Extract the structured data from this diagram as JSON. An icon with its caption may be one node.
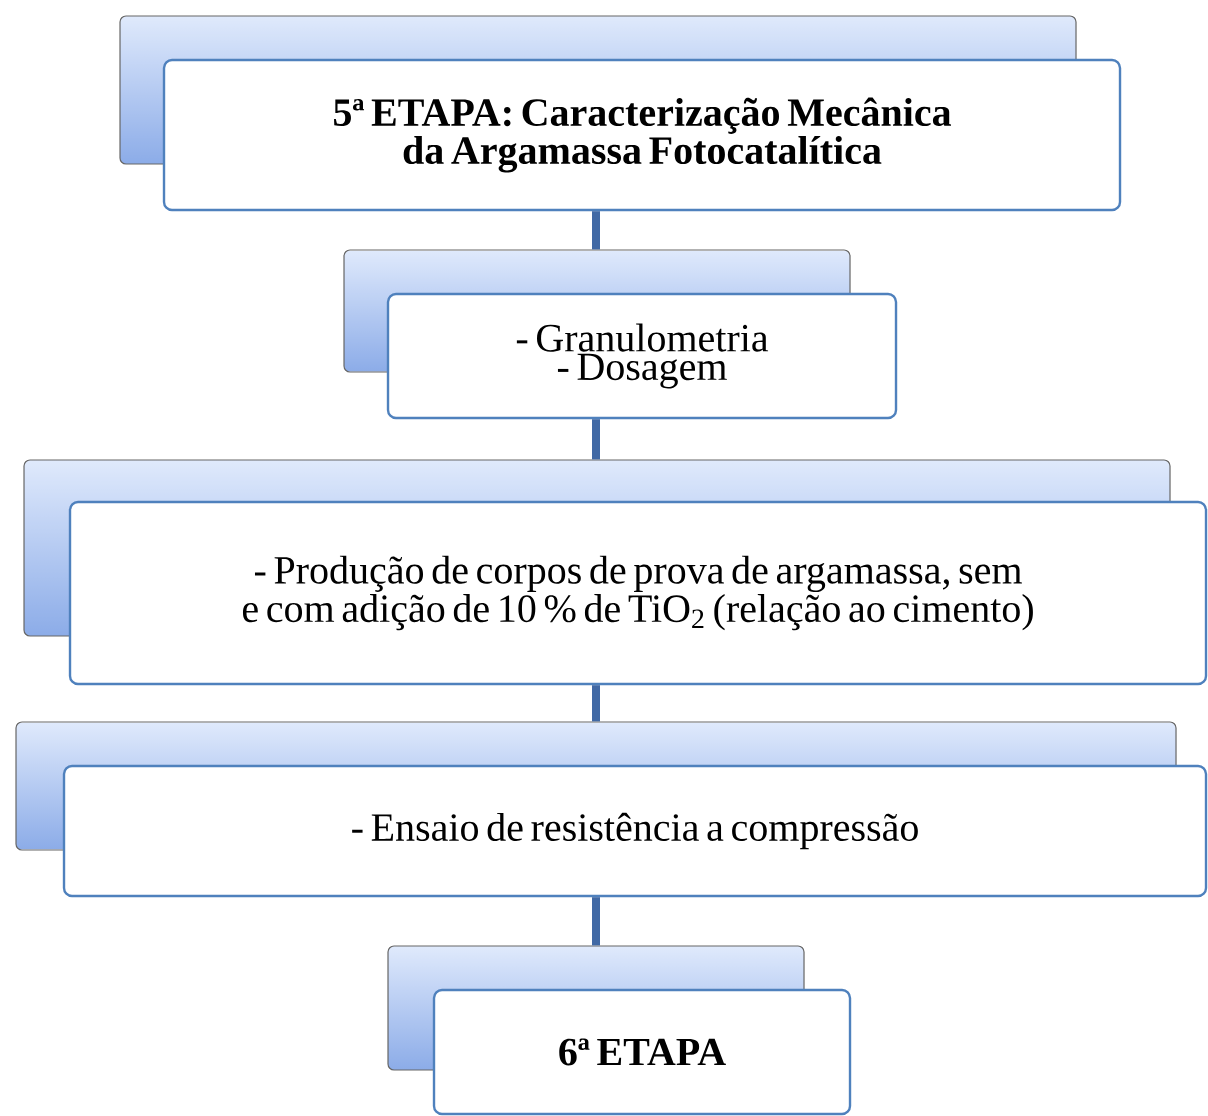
{
  "diagram": {
    "nodes": [
      {
        "text": [
          "5ª ETAPA: Caracterização Mecânica da Argamassa Fotocatalítica"
        ]
      },
      {
        "text": [
          "- Granulometria - Dosagem"
        ]
      },
      {
        "text": [
          "- Produção de corpos de prova de argamassa, sem e com adição de 10 % de TiO$_{2}$ (relação ao cimento)"
        ]
      },
      {
        "text": [
          "- Ensaio de resistência a compressão"
        ]
      },
      {
        "text": [
          "6ª ETAPA"
        ]
      }
    ],
    "edges": [
      {
        "from": 0,
        "to": 1,
        "arrow": "none"
      },
      {
        "from": 1,
        "to": 2,
        "arrow": "none"
      },
      {
        "from": 2,
        "to": 3,
        "arrow": "none"
      },
      {
        "from": 3,
        "to": 4,
        "arrow": "none"
      }
    ]
  }
}
